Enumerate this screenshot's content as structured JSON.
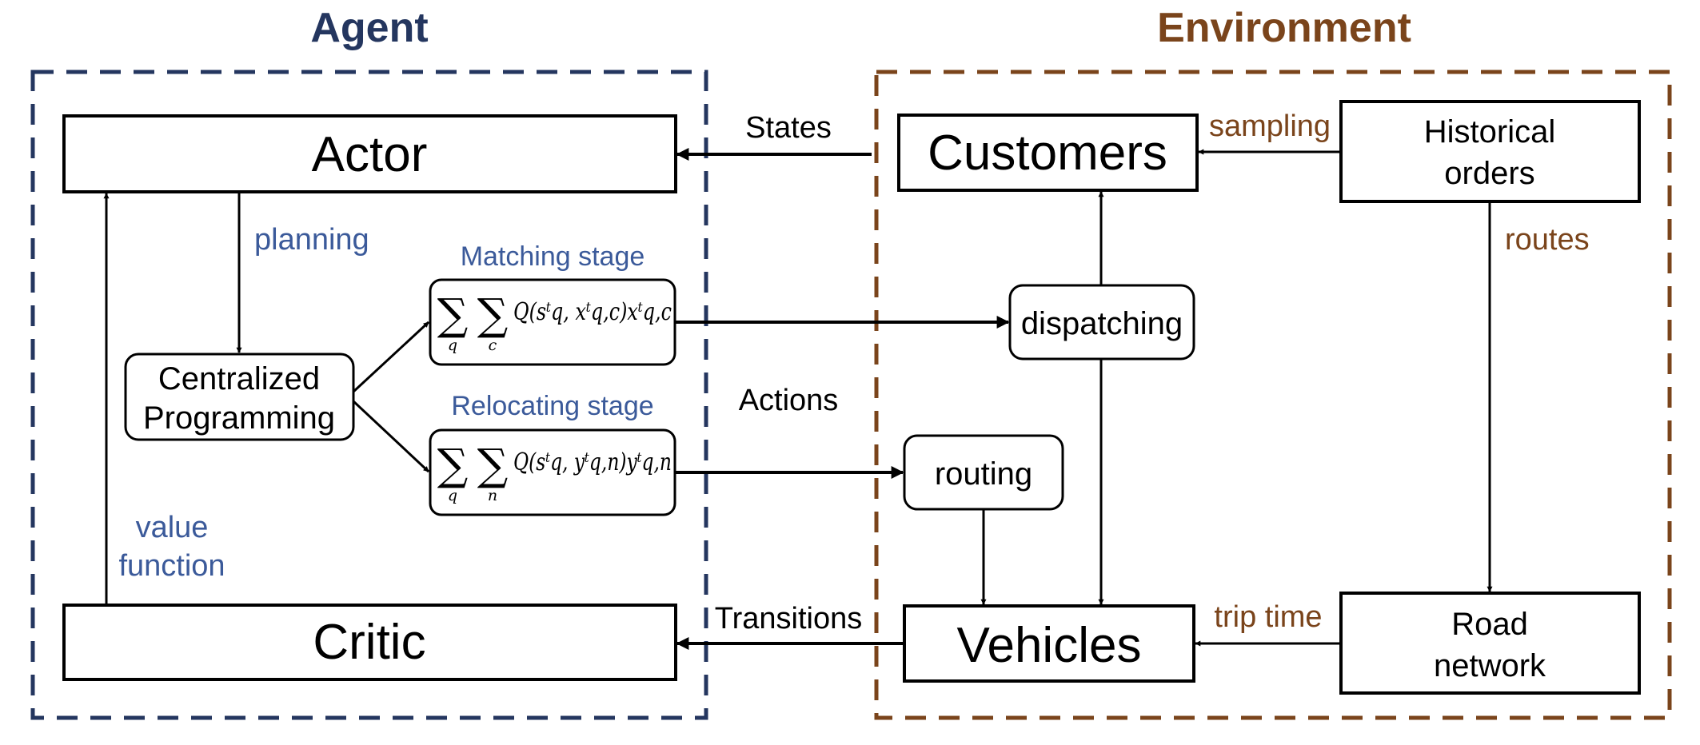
{
  "colors": {
    "agent": "#24365f",
    "environment": "#7a441b",
    "label_blue": "#3b5a9a",
    "label_brown": "#7a441b",
    "line": "#000000"
  },
  "agent": {
    "title": "Agent",
    "actor": "Actor",
    "critic": "Critic",
    "centralized_line1": "Centralized",
    "centralized_line2": "Programming",
    "planning": "planning",
    "value_function_line1": "value",
    "value_function_line2": "function",
    "matching_stage": "Matching stage",
    "relocating_stage": "Relocating stage",
    "matching_formula": {
      "q": "q",
      "c": "c",
      "expr": "Q(sᵗq, xᵗq,c)xᵗq,c"
    },
    "relocating_formula": {
      "q": "q",
      "n": "n",
      "expr": "Q(sᵗq, yᵗq,n)yᵗq,n"
    }
  },
  "flows": {
    "states": "States",
    "actions": "Actions",
    "transitions": "Transitions"
  },
  "environment": {
    "title": "Environment",
    "customers": "Customers",
    "vehicles": "Vehicles",
    "dispatching": "dispatching",
    "routing": "routing",
    "historical_line1": "Historical",
    "historical_line2": "orders",
    "road_line1": "Road",
    "road_line2": "network",
    "sampling": "sampling",
    "routes": "routes",
    "trip_time": "trip time"
  }
}
